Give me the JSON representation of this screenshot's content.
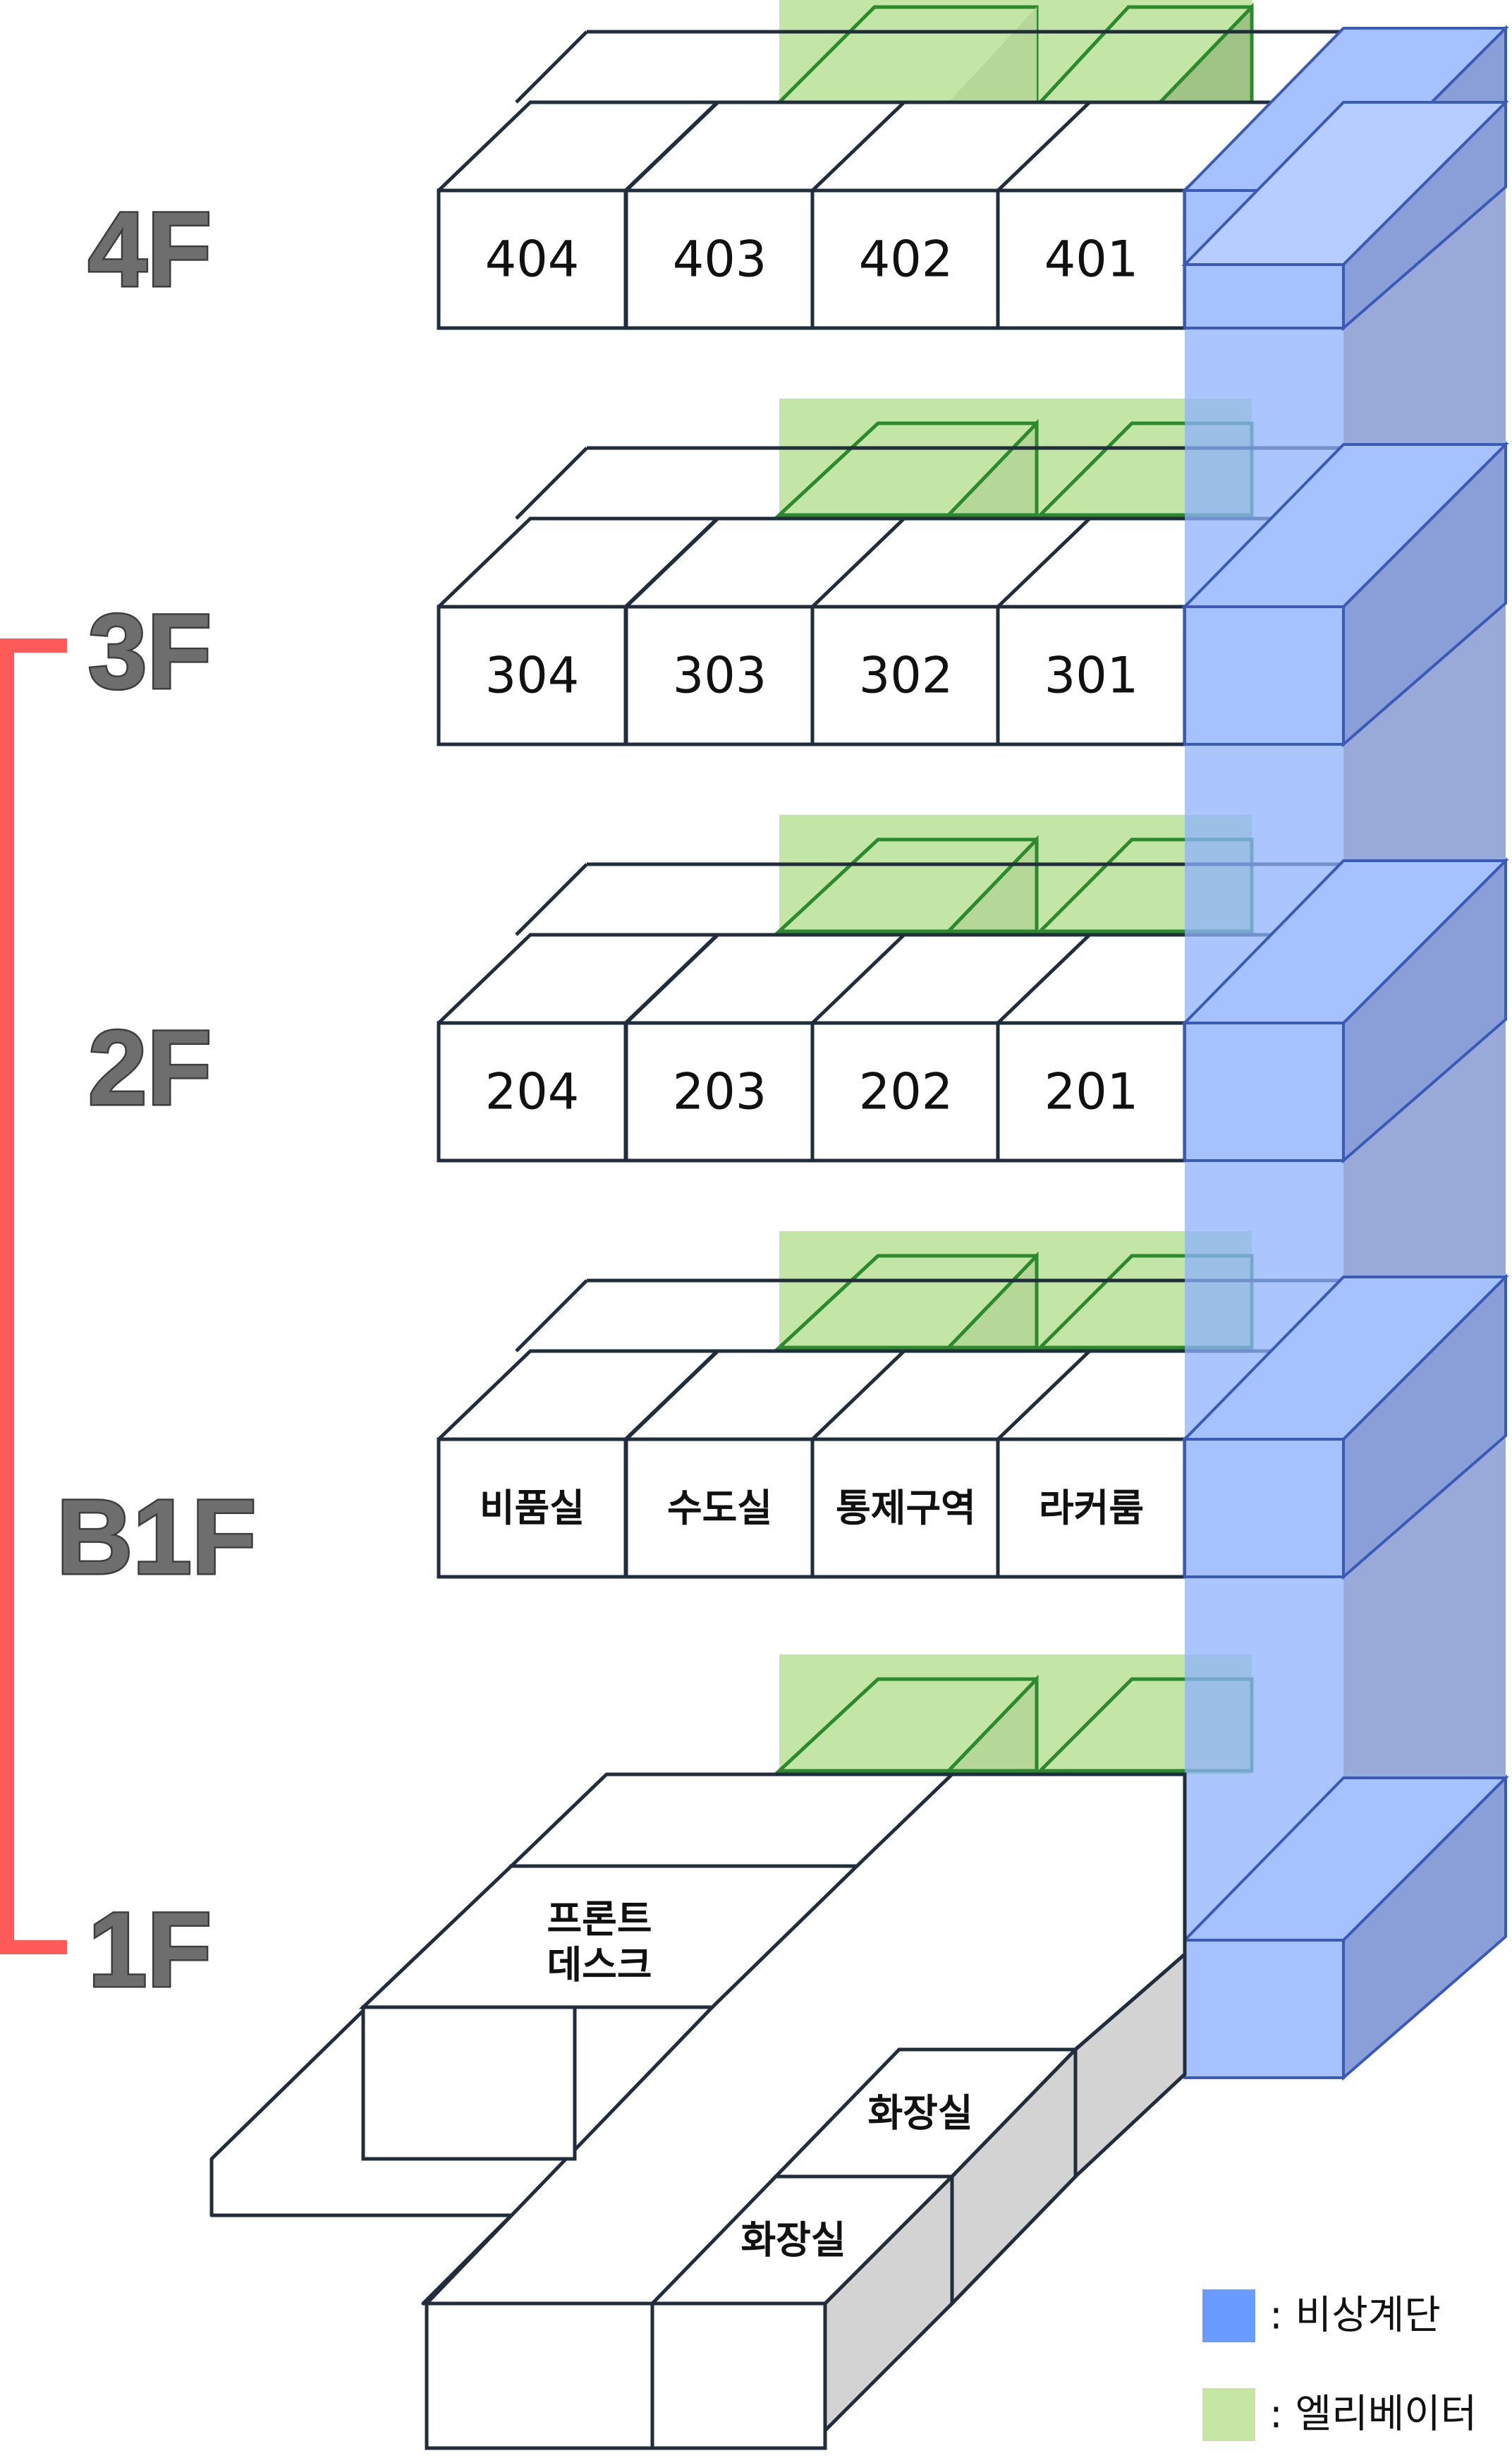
{
  "floors": [
    {
      "label": "4F",
      "rooms": [
        "404",
        "403",
        "402",
        "401"
      ]
    },
    {
      "label": "3F",
      "rooms": [
        "304",
        "303",
        "302",
        "301"
      ]
    },
    {
      "label": "2F",
      "rooms": [
        "204",
        "203",
        "202",
        "201"
      ]
    },
    {
      "label": "B1F",
      "rooms": [
        "비품실",
        "수도실",
        "통제구역",
        "라커룸"
      ]
    },
    {
      "label": "1F"
    }
  ],
  "ground_floor": {
    "front_desk_line1": "프론트",
    "front_desk_line2": "데스크",
    "restroom_1": "화장실",
    "restroom_2": "화장실"
  },
  "legend": [
    {
      "label": ": 비상계단",
      "color": "#6a9bff"
    },
    {
      "label": ": 엘리베이터",
      "color": "#c6e6a5"
    }
  ],
  "colors": {
    "bracket": "#ff5a5a",
    "stair_front": "#a5c2ff",
    "stair_side": "#8a9fd8",
    "elevator": "#c3e5a5",
    "elevator_dark": "#9fc384",
    "line": "#1f2d3d",
    "floor_label": "#6e6e6e",
    "restroom_side": "#d3d3d3"
  }
}
